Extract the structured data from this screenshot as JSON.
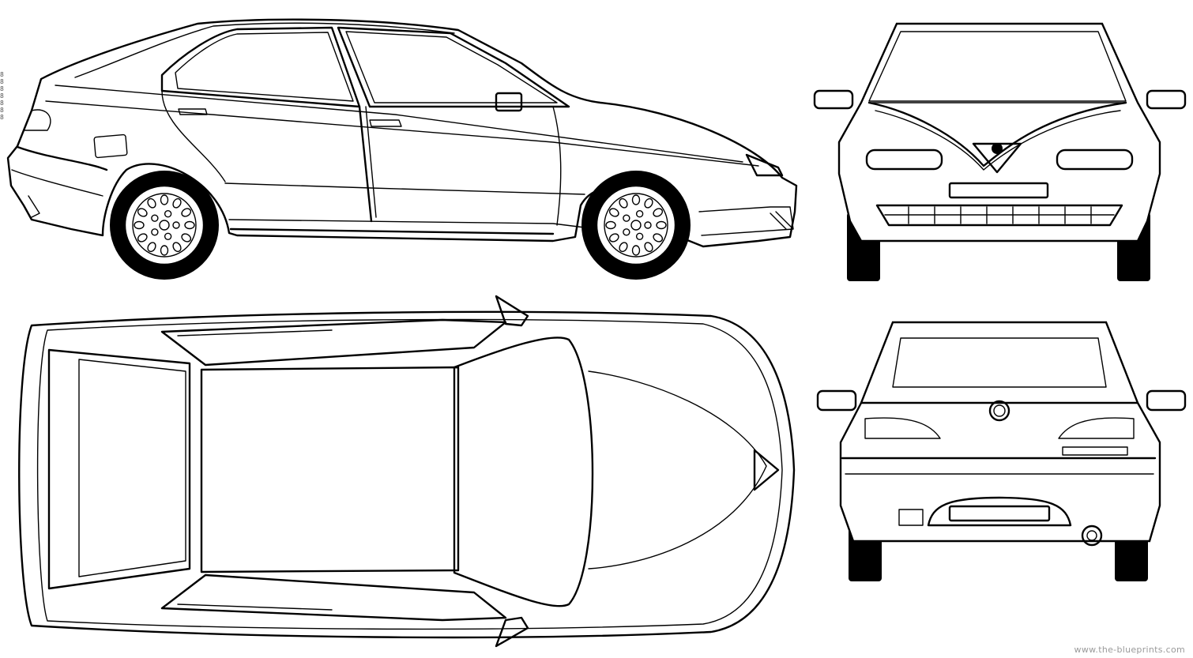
{
  "watermark": "www.the-blueprints.com",
  "side_marks": "8 8 8 8 8 8 8",
  "views": [
    {
      "name": "side-view"
    },
    {
      "name": "front-view"
    },
    {
      "name": "top-view"
    },
    {
      "name": "rear-view"
    }
  ],
  "colors": {
    "line": "#000000",
    "background": "#ffffff"
  }
}
